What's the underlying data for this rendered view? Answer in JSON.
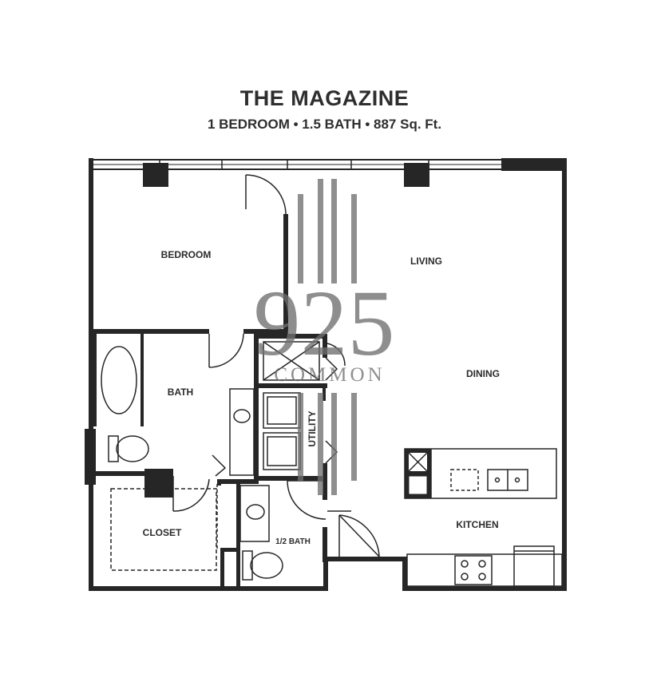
{
  "plan": {
    "title": "THE MAGAZINE",
    "subtitle": "1 BEDROOM • 1.5 BATH • 887 Sq. Ft."
  },
  "rooms": {
    "bedroom": "BEDROOM",
    "living": "LIVING",
    "dining": "DINING",
    "bath": "BATH",
    "utility": "UTILITY",
    "closet": "CLOSET",
    "half_bath": "1/2 BATH",
    "kitchen": "KITCHEN"
  },
  "watermark": {
    "number": "925",
    "word": "COMMON"
  },
  "colors": {
    "wall": "#262626",
    "watermark": "#6f6f6f",
    "background": "#ffffff"
  }
}
